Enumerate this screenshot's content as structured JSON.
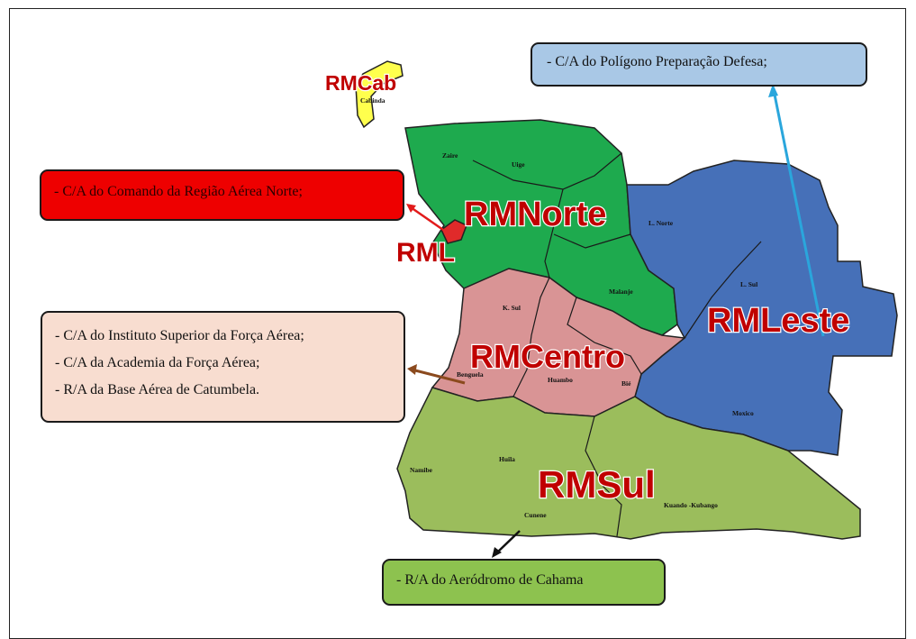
{
  "regions": {
    "cabinda": {
      "label": "RMCab",
      "color": "#ffff4d"
    },
    "luanda": {
      "label": "RML",
      "color": "#e02a2a"
    },
    "norte": {
      "label": "RMNorte",
      "color": "#1eaa4e"
    },
    "leste": {
      "label": "RMLeste",
      "color": "#4670b8"
    },
    "centro": {
      "label": "RMCentro",
      "color": "#d99495"
    },
    "sul": {
      "label": "RMSul",
      "color": "#9bbd5c"
    }
  },
  "provinces": {
    "cabinda": "Cabinda",
    "zaire": "Zaire",
    "uige": "Uige",
    "lnorte": "L. Norte",
    "lsul": "L. Sul",
    "malanje": "Malanje",
    "ksul": "K. Sul",
    "benguela": "Benguela",
    "huambo": "Huambo",
    "bie": "Bié",
    "moxico": "Moxico",
    "namibe": "Namibe",
    "huila": "Huila",
    "cunene": "Cunene",
    "kuando": "Kuando -Kubango"
  },
  "callouts": {
    "norte": "- C/A do Comando da Região Aérea Norte;",
    "defesa": "- C/A do Polígono Preparação Defesa;",
    "centro": [
      "- C/A do Instituto Superior da Força Aérea;",
      "- C/A da Academia da Força Aérea;",
      "- R/A da Base Aérea de Catumbela."
    ],
    "sul": "- R/A do Aeródromo de Cahama"
  },
  "arrow_colors": {
    "norte": "#e21b1b",
    "defesa": "#2aa6dc",
    "centro": "#8b4a1e",
    "sul": "#111111"
  }
}
